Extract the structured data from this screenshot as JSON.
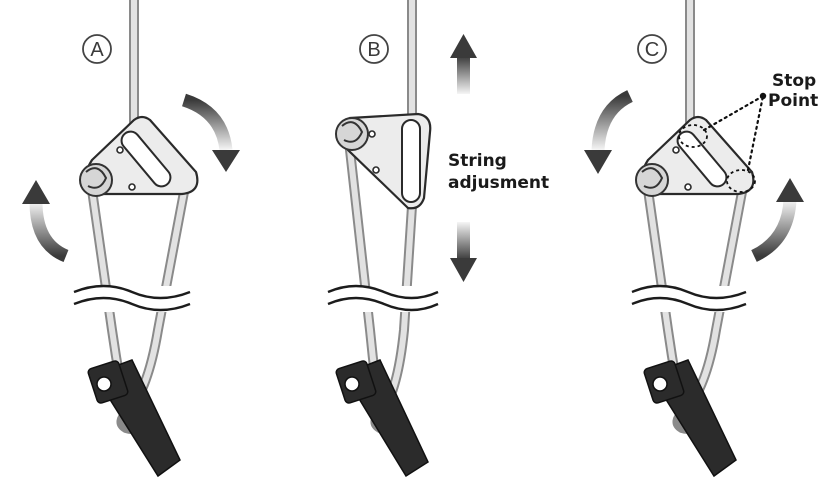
{
  "panels": [
    {
      "id": "A",
      "label": "A"
    },
    {
      "id": "B",
      "label": "B"
    },
    {
      "id": "C",
      "label": "C"
    }
  ],
  "annotations": {
    "string_adjustment_line1": "String",
    "string_adjustment_line2": "adjusment",
    "stop_point_line1": "Stop",
    "stop_point_line2": "Point"
  },
  "colors": {
    "rope": "#8a8a8a",
    "plate": "#ececec",
    "clip": "#2b2b2b",
    "arrow": "#3a3a3a"
  }
}
